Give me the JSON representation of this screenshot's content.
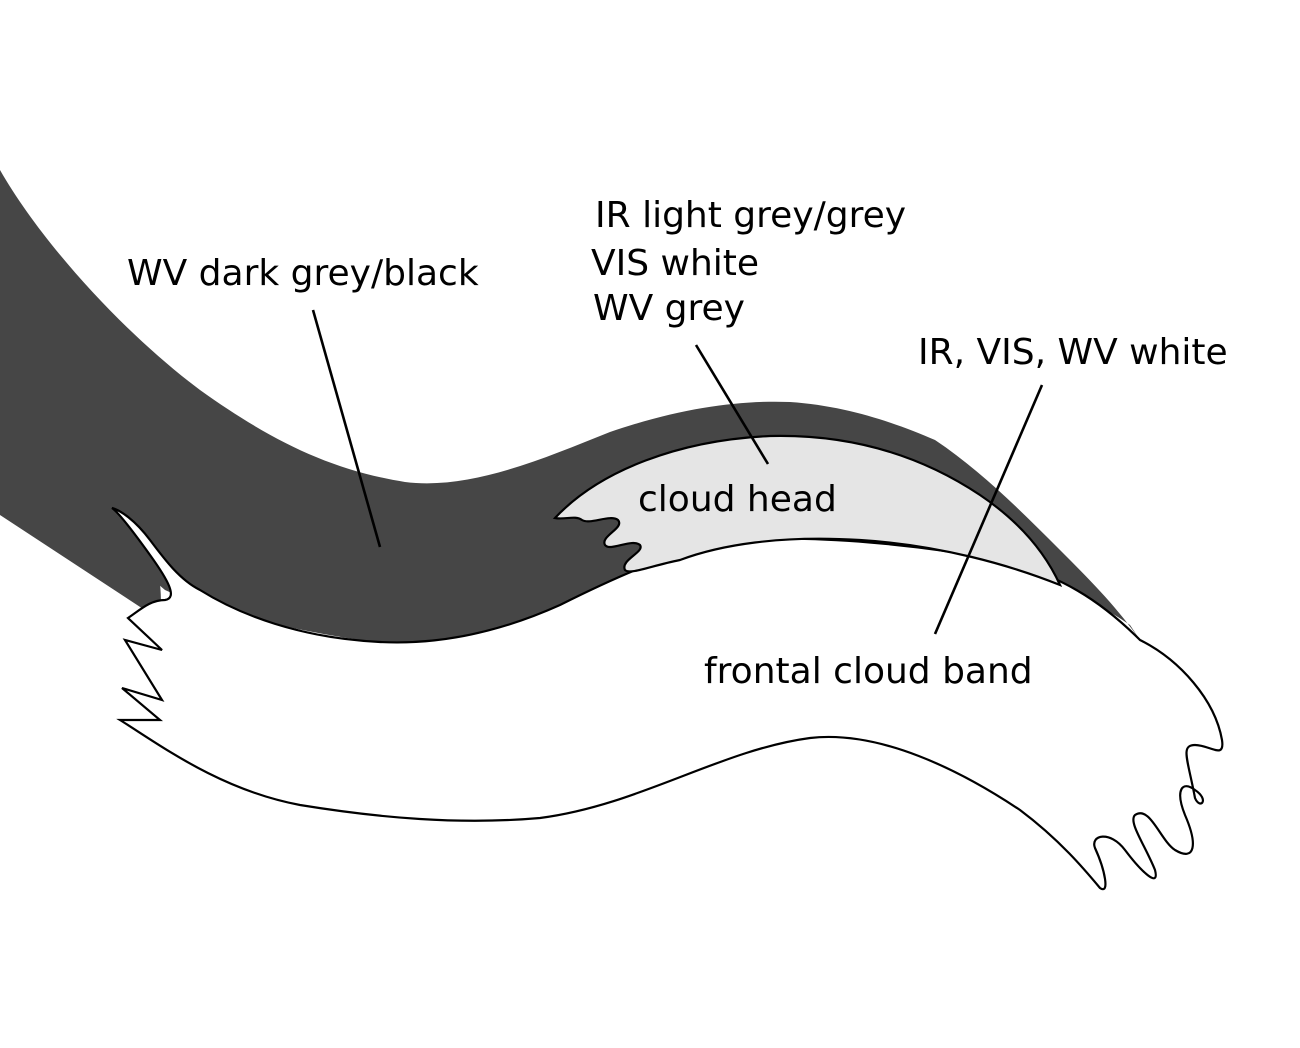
{
  "diagram": {
    "type": "conceptual-model",
    "subject": "frontal cloud band with cloud head",
    "colors": {
      "dark_band": "#464646",
      "cloud_head": "#e5e5e5",
      "frontal_band": "#ffffff",
      "outline": "#000000"
    },
    "labels": {
      "dark_zone": "WV dark grey/black",
      "cloud_head_appearance": [
        "IR light grey/grey",
        "VIS white",
        "WV grey"
      ],
      "frontal_band_appearance": "IR, VIS, WV white",
      "cloud_head": "cloud head",
      "frontal_cloud_band": "frontal cloud band"
    }
  }
}
